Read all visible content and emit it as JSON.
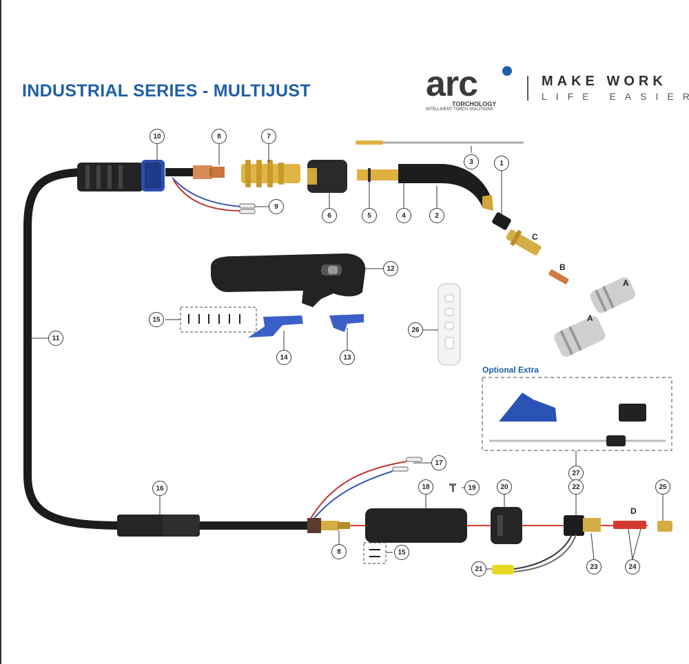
{
  "header": {
    "title": "INDUSTRIAL SERIES - MULTIJUST",
    "logo_word": "arc",
    "logo_brand": "TORCHOLOGY",
    "logo_subtitle": "INTELLIGENT TORCH SOLUTIONS",
    "tagline_line1": "MAKE WORK",
    "tagline_line2": "LIFE EASIER"
  },
  "optional_extra": {
    "label": "Optional Extra"
  },
  "callouts": {
    "c1": "1",
    "c2": "2",
    "c3": "3",
    "c4": "4",
    "c5": "5",
    "c6": "6",
    "c7": "7",
    "c8a": "8",
    "c8b": "8",
    "c9": "9",
    "c10": "10",
    "c11": "11",
    "c12": "12",
    "c13": "13",
    "c14": "14",
    "c15a": "15",
    "c15b": "15",
    "c16": "16",
    "c17": "17",
    "c18": "18",
    "c19": "19",
    "c20": "20",
    "c21": "21",
    "c22": "22",
    "c23": "23",
    "c24": "24",
    "c25": "25",
    "c26": "26",
    "c27": "27"
  },
  "letters": {
    "a1": "A",
    "a2": "A",
    "b": "B",
    "c": "C",
    "d": "D"
  },
  "colors": {
    "brand_blue": "#1f5fa8",
    "cable_black": "#1c1c1c",
    "brass": "#c9a13a",
    "copper": "#c8763a",
    "accent_blue": "#3b5fc9",
    "red": "#d63a2f"
  }
}
